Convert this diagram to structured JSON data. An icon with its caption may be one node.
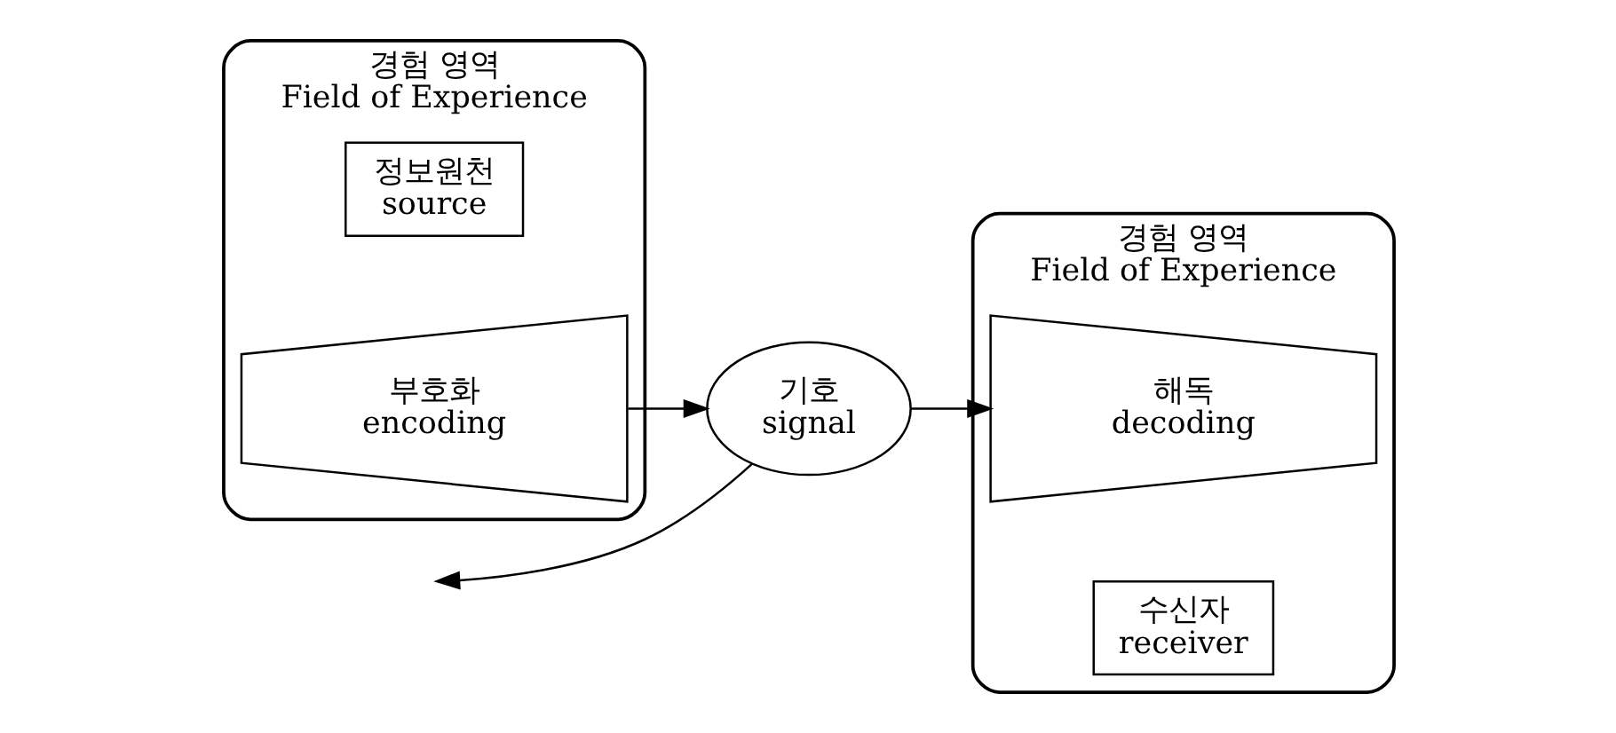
{
  "diagram": {
    "nodes": [
      {
        "text": [
          "경험 영역",
          "Field of Experience"
        ]
      },
      {
        "text": [
          "정보원천",
          "source"
        ],
        "in": 0
      },
      {
        "text": [
          "부호화",
          "encoding"
        ],
        "in": 0
      },
      {
        "text": [
          "기호",
          "signal"
        ]
      },
      {
        "text": [
          "경험 영역",
          "Field of Experience"
        ]
      },
      {
        "text": [
          "해독",
          "decoding"
        ],
        "in": 4
      },
      {
        "text": [
          "수신자",
          "receiver"
        ],
        "in": 4
      }
    ],
    "edges": [
      {
        "from": 2,
        "to": 3,
        "arrow": "to"
      },
      {
        "from": 3,
        "to": 5,
        "arrow": "to"
      },
      {
        "from": 3,
        "to": null,
        "arrow": "to"
      }
    ]
  }
}
